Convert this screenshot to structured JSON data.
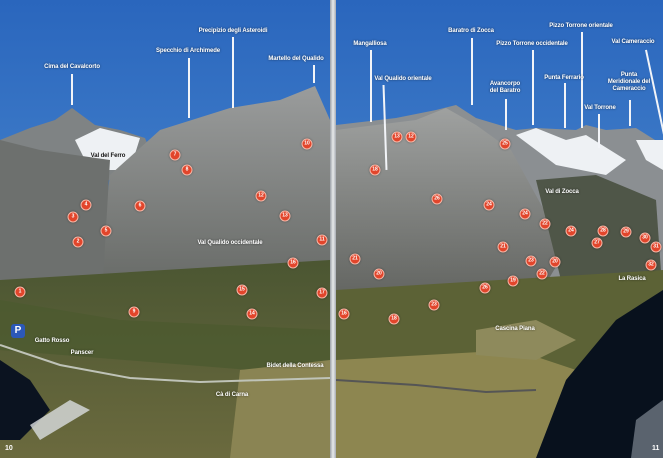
{
  "pages": {
    "left_number": "10",
    "right_number": "11"
  },
  "parking_icon": {
    "icon": "parking-icon",
    "label": "P"
  },
  "colors": {
    "sky": "#3a78c8",
    "marker": "#e2452b",
    "parking": "#2c58b8"
  },
  "left_labels": {
    "cima_cavalcorto": "Cima del Cavalcorto",
    "specchio": "Specchio di Archimede",
    "precipizio": "Precipizio degli Asteroidi",
    "martello": "Martello del Qualido",
    "val_ferro": "Val del Ferro",
    "val_qualido_occ": "Val Qualido occidentale",
    "gatto_rosso": "Gatto Rosso",
    "panscer": "Panscer",
    "bidet": "Bidet della Contessa",
    "ca_carna": "Cà di Carna"
  },
  "right_labels": {
    "mangalliosa": "Mangalliosa",
    "val_qualido_or": "Val Qualido orientale",
    "baratro": "Baratro di Zocca",
    "avancorpo_1": "Avancorpo",
    "avancorpo_2": "del Baratro",
    "torrone_occ": "Pizzo Torrone occidentale",
    "torrone_or": "Pizzo Torrone orientale",
    "ferrario": "Punta Ferrario",
    "val_torrone": "Val Torrone",
    "punta_mer_1": "Punta",
    "punta_mer_2": "Meridionale del",
    "punta_mer_3": "Cameraccio",
    "val_cameraccio": "Val Cameraccio",
    "val_zocca": "Val di Zocca",
    "rasica": "La Rasica",
    "cascina": "Cascina Piana"
  },
  "left_markers": [
    "1",
    "2",
    "3",
    "4",
    "5",
    "6",
    "7",
    "8",
    "9",
    "10",
    "11",
    "12",
    "13",
    "14",
    "15",
    "16",
    "17"
  ],
  "right_markers": [
    "13",
    "12",
    "25",
    "18",
    "26",
    "24",
    "24",
    "22",
    "24",
    "28",
    "29",
    "30",
    "31",
    "27",
    "21",
    "23",
    "20",
    "22",
    "19",
    "26",
    "21",
    "20",
    "23",
    "16",
    "18",
    "32"
  ]
}
